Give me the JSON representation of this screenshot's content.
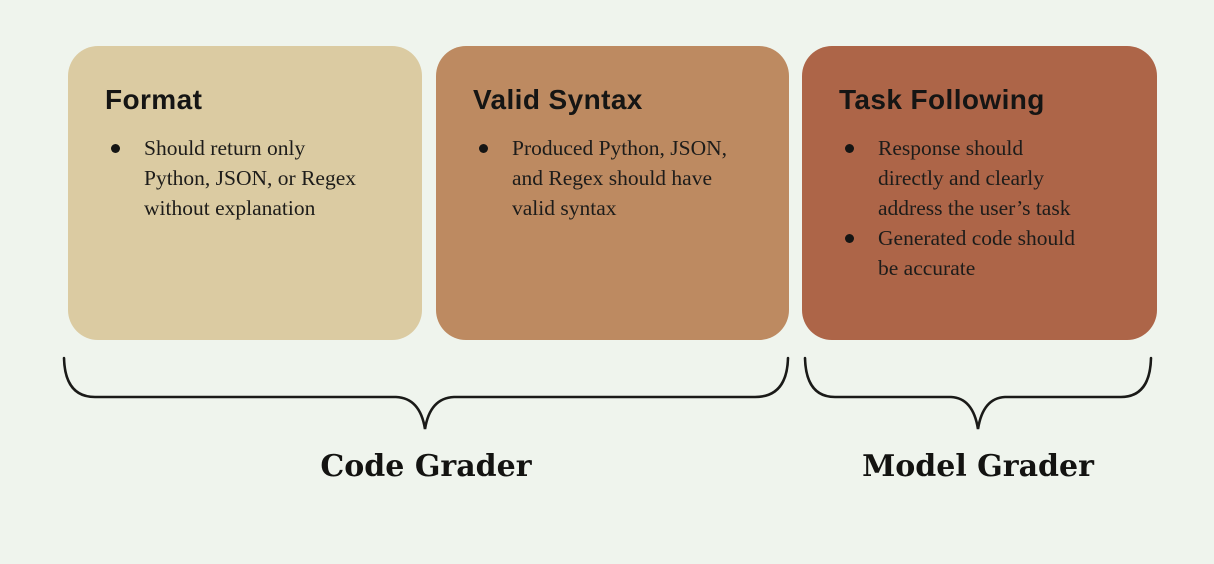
{
  "background_color": "#eff4ed",
  "text_color": "#151514",
  "cards": [
    {
      "title": "Format",
      "color": "#dbcba2",
      "bullets": [
        "Should return only\nPython, JSON, or Regex\nwithout explanation"
      ]
    },
    {
      "title": "Valid Syntax",
      "color": "#bd8a61",
      "bullets": [
        "Produced Python, JSON,\nand Regex should have\nvalid syntax"
      ]
    },
    {
      "title": "Task Following",
      "color": "#ad6548",
      "bullets": [
        "Response should\ndirectly and clearly\naddress the user’s task",
        "Generated code should\nbe accurate"
      ]
    }
  ],
  "groups": [
    {
      "label": "Code Grader",
      "spans_cards": [
        "Format",
        "Valid Syntax"
      ]
    },
    {
      "label": "Model Grader",
      "spans_cards": [
        "Task Following"
      ]
    }
  ],
  "brace_color": "#1a1a18"
}
